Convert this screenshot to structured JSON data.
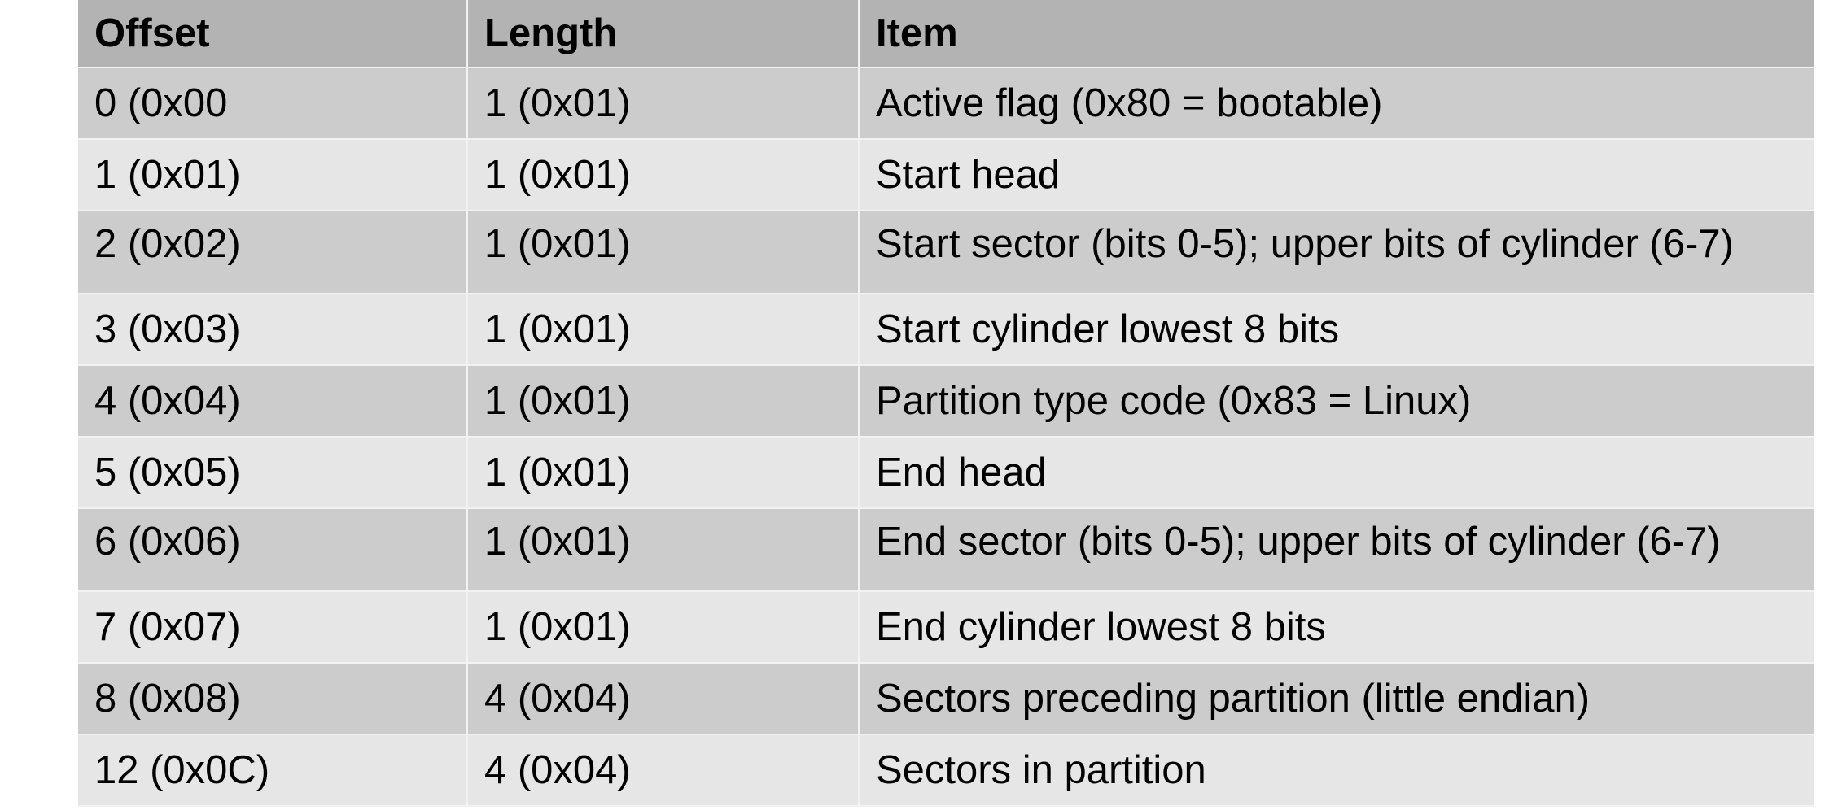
{
  "table": {
    "headers": {
      "offset": "Offset",
      "length": "Length",
      "item": "Item"
    },
    "rows": [
      {
        "offset": "0 (0x00",
        "length": "1 (0x01)",
        "item": "Active flag (0x80 = bootable)"
      },
      {
        "offset": "1 (0x01)",
        "length": "1 (0x01)",
        "item": "Start head"
      },
      {
        "offset": "2 (0x02)",
        "length": "1 (0x01)",
        "item": "Start sector (bits 0-5); upper bits of cylinder (6-7)"
      },
      {
        "offset": "3 (0x03)",
        "length": "1 (0x01)",
        "item": "Start cylinder lowest 8 bits"
      },
      {
        "offset": "4 (0x04)",
        "length": "1 (0x01)",
        "item": "Partition type code (0x83 = Linux)"
      },
      {
        "offset": "5 (0x05)",
        "length": "1 (0x01)",
        "item": "End head"
      },
      {
        "offset": "6 (0x06)",
        "length": "1 (0x01)",
        "item": "End sector (bits 0-5); upper bits of cylinder (6-7)"
      },
      {
        "offset": "7 (0x07)",
        "length": "1 (0x01)",
        "item": "End cylinder lowest 8 bits"
      },
      {
        "offset": "8 (0x08)",
        "length": "4 (0x04)",
        "item": "Sectors preceding partition (little endian)"
      },
      {
        "offset": "12 (0x0C)",
        "length": "4 (0x04)",
        "item": "Sectors in partition"
      }
    ]
  },
  "colors": {
    "header_bg": "#b3b3b3",
    "row_dark_bg": "#cccccc",
    "row_light_bg": "#e6e6e6"
  }
}
